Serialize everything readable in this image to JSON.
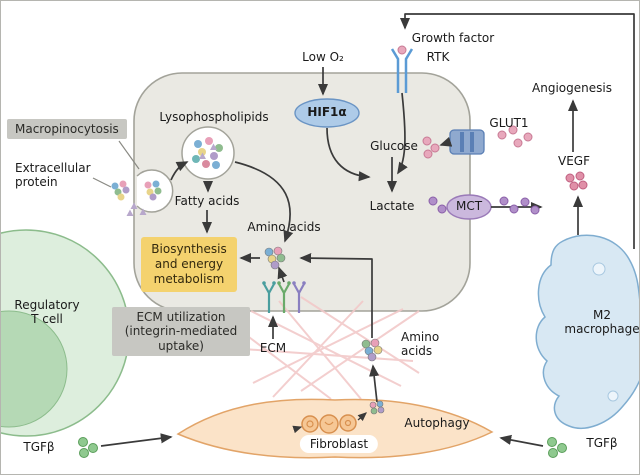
{
  "diagram": {
    "labels": {
      "low_o2": "Low O₂",
      "growth_factor": "Growth factor",
      "rtk": "RTK",
      "angiogenesis": "Angiogenesis",
      "hif1a": "HIF1α",
      "glut1": "GLUT1",
      "glucose": "Glucose",
      "lactate": "Lactate",
      "mct": "MCT",
      "vegf": "VEGF",
      "m2_macrophage": "M2\nmacrophage",
      "lysophospholipids": "Lysophospholipids",
      "macropinocytosis": "Macropinocytosis",
      "extracellular_protein": "Extracellular\nprotein",
      "fatty_acids": "Fatty acids",
      "amino_acids_central": "Amino acids",
      "biosynthesis": "Biosynthesis\nand energy\nmetabolism",
      "ecm_utilization": "ECM utilization\n(integrin-mediated\nuptake)",
      "ecm": "ECM",
      "amino_acids_stromal": "Amino\nacids",
      "autophagy": "Autophagy",
      "fibroblast": "Fibroblast",
      "regulatory_t_cell": "Regulatory\nT cell",
      "tgfb_left": "TGFβ",
      "tgfb_right": "TGFβ"
    },
    "colors": {
      "tumor_cell_fill": "#eae9e3",
      "tumor_cell_stroke": "#a3a39a",
      "t_cell_fill": "#ddeedd",
      "t_cell_inner": "#b5d9b5",
      "t_cell_stroke": "#8cbc8c",
      "macrophage_fill": "#d8e8f3",
      "macrophage_stroke": "#7fadd0",
      "fibroblast_fill": "#fbe3c8",
      "fibroblast_stroke": "#e2a468",
      "hif1a_fill": "#aecbe8",
      "mct_fill": "#cbb8dd",
      "glut1_fill": "#8fa9cf",
      "label_box_fill": "#c7c7c2",
      "biosynthesis_fill": "#f4d26e",
      "arrow": "#3a3a3a",
      "glucose_dot": "#e8a8bc",
      "lactate_dot": "#b08fc9",
      "vegf_dot": "#e090a8",
      "tgfb_dot": "#8fc98f",
      "amino_acid_dots": [
        "#7bafd4",
        "#e8a0b8",
        "#e8d48a",
        "#8fbc8f",
        "#b09cc9"
      ],
      "ecm_fiber": "#f2c9c9"
    }
  }
}
